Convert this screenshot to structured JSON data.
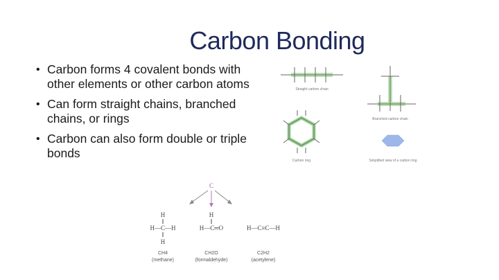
{
  "slide": {
    "title": "Carbon Bonding",
    "bullets": [
      "Carbon forms 4 covalent bonds with other elements or other carbon atoms",
      "Can form straight chains, branched chains, or rings",
      "Carbon can also form double or triple bonds"
    ]
  },
  "structures_figure": {
    "captions": {
      "straight": "Straight carbon chain",
      "branched": "Branched carbon chain",
      "ring": "Carbon ring",
      "simplified": "Simplified view of a carbon ring"
    },
    "colors": {
      "bond_highlight": "#8fd08a",
      "simplified_ring": "#9db8e8"
    }
  },
  "molecules_figure": {
    "center_atom": "C",
    "molecules": [
      {
        "formula": "CH4",
        "name": "(methane)"
      },
      {
        "formula": "CH2O",
        "name": "(formaldehyde)"
      },
      {
        "formula": "C2H2",
        "name": "(acetylene)"
      }
    ],
    "colors": {
      "arrow": "#888888",
      "center_arrow": "#b07ab8"
    }
  }
}
